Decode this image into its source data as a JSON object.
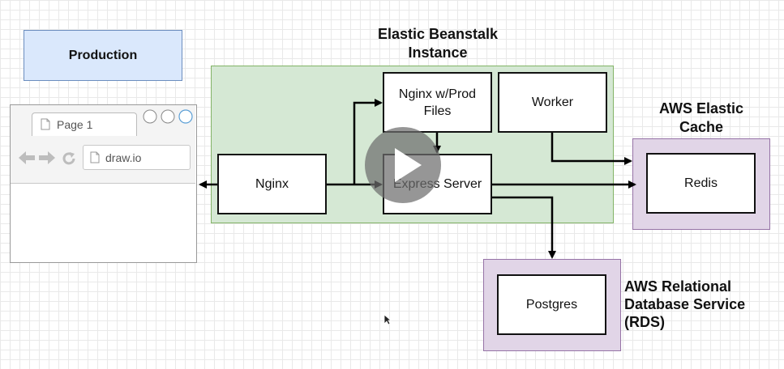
{
  "diagram": {
    "production_label": "Production",
    "eb_title_line1": "Elastic Beanstalk",
    "eb_title_line2": "Instance",
    "nodes": {
      "nginx_prod": {
        "line1": "Nginx w/Prod",
        "line2": "Files"
      },
      "worker": "Worker",
      "nginx": "Nginx",
      "express": "Express Server",
      "redis": "Redis",
      "postgres": "Postgres"
    },
    "cache_title_line1": "AWS Elastic",
    "cache_title_line2": "Cache",
    "rds_title_line1": "AWS Relational",
    "rds_title_line2": "Database Service",
    "rds_title_line3": "(RDS)"
  },
  "browser": {
    "tab_label": "Page 1",
    "url": "draw.io"
  },
  "colors": {
    "production_fill": "#dae8fc",
    "production_border": "#6c8ebf",
    "eb_fill": "#d5e8d4",
    "eb_border": "#82b366",
    "aws_fill": "#e1d5e7",
    "aws_border": "#9673a6"
  },
  "icons": [
    "page-icon",
    "back-arrow-icon",
    "forward-arrow-icon",
    "reload-icon",
    "play-icon",
    "mouse-cursor-icon"
  ]
}
